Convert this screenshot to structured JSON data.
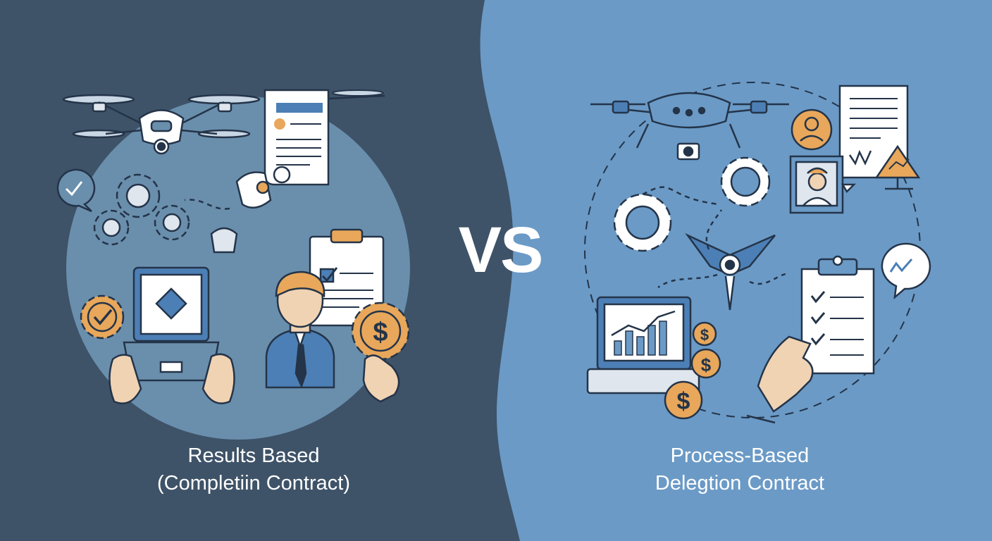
{
  "vs_label": "VS",
  "left": {
    "caption_line1": "Results Based",
    "caption_line2": "(Completiin Contract)"
  },
  "right": {
    "caption_line1": "Process-Based",
    "caption_line2": "Delegtion Contract"
  },
  "colors": {
    "left_bg": "#3e5368",
    "left_circle": "#6a8fad",
    "right_bg": "#6b9ac6",
    "accent_orange": "#e8a75a",
    "ink": "#243449",
    "paper": "#ffffff"
  },
  "icons": [
    "drone-icon",
    "contract-document-icon",
    "gear-icon",
    "chat-bubble-icon",
    "laptop-icon",
    "businessman-icon",
    "clipboard-checklist-icon",
    "dollar-coin-icon",
    "user-avatar-icon",
    "video-call-icon",
    "warning-sign-icon",
    "bar-chart-icon",
    "hand-icon",
    "plane-icon",
    "checkmark-gear-icon"
  ]
}
